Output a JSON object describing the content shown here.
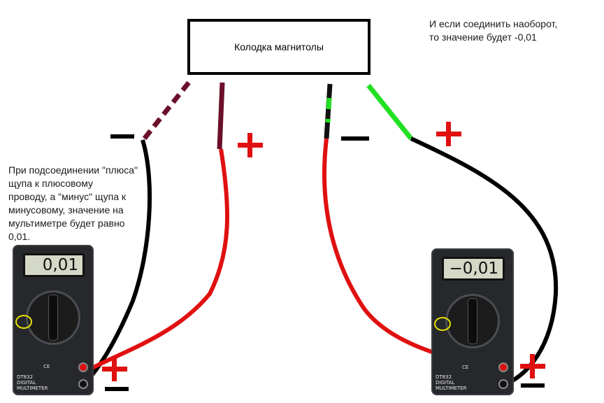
{
  "connector": {
    "label": "Колодка магнитолы"
  },
  "notes": {
    "top_right": "И если соединить наоборот,\nто значение будет -0,01",
    "left": "При подсоединении \"плюса\"\nщупа к плюсовому\nпроводу, а \"минус\" щупа к\nминусовому, значение на\nмультиметре будет равно\n0,01."
  },
  "meters": {
    "left": {
      "reading": "0,01",
      "model": "DT832",
      "brand_line1": "DIGITAL",
      "brand_line2": "MULTIMETER",
      "ce": "CE"
    },
    "right": {
      "reading": "−0,01",
      "model": "DT832",
      "brand_line1": "DIGITAL",
      "brand_line2": "MULTIMETER",
      "ce": "CE"
    }
  },
  "colors": {
    "wire_red": "#e01010",
    "wire_black": "#000000",
    "wire_maroon": "#6b0f2a",
    "wire_green": "#22e022",
    "sign_red": "#e01010",
    "sign_black": "#000000",
    "selector_highlight": "#e8e000"
  }
}
